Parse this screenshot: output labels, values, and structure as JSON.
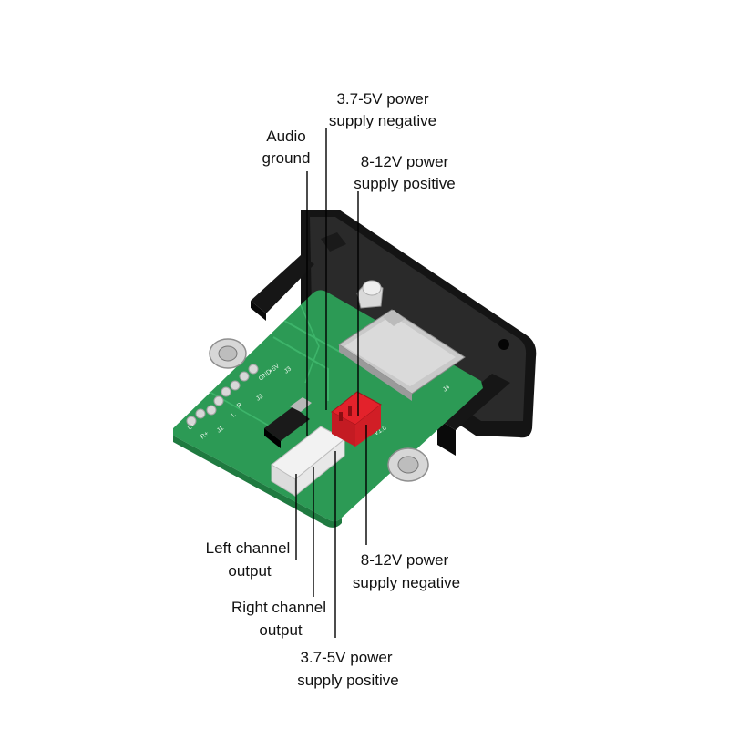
{
  "diagram": {
    "labels": {
      "supply_neg_37_5": [
        "3.7-5V power",
        "supply negative"
      ],
      "audio_ground": [
        "Audio",
        "ground"
      ],
      "supply_pos_8_12": [
        "8-12V power",
        "supply positive"
      ],
      "left_channel": [
        "Left channel",
        "output"
      ],
      "supply_neg_8_12": [
        "8-12V power",
        "supply negative"
      ],
      "right_channel": [
        "Right channel",
        "output"
      ],
      "supply_pos_37_5": [
        "3.7-5V power",
        "supply positive"
      ]
    },
    "pcb_silkscreen": {
      "gnd": "GND",
      "plus5v": "+5V",
      "j2": "J2",
      "j3": "J3",
      "j4": "J4",
      "j1": "J1",
      "r": "R",
      "l": "L",
      "r_plus": "R+",
      "l_plus": "L+",
      "version": "V1.0"
    },
    "colors": {
      "pcb": "#2c9a55",
      "pcb_dark": "#1f7a40",
      "bezel": "#141414",
      "connector_white": "#f2f2f2",
      "connector_red": "#e3222b",
      "sd_slot": "#c9c9c9",
      "leader_line": "#000000"
    }
  }
}
